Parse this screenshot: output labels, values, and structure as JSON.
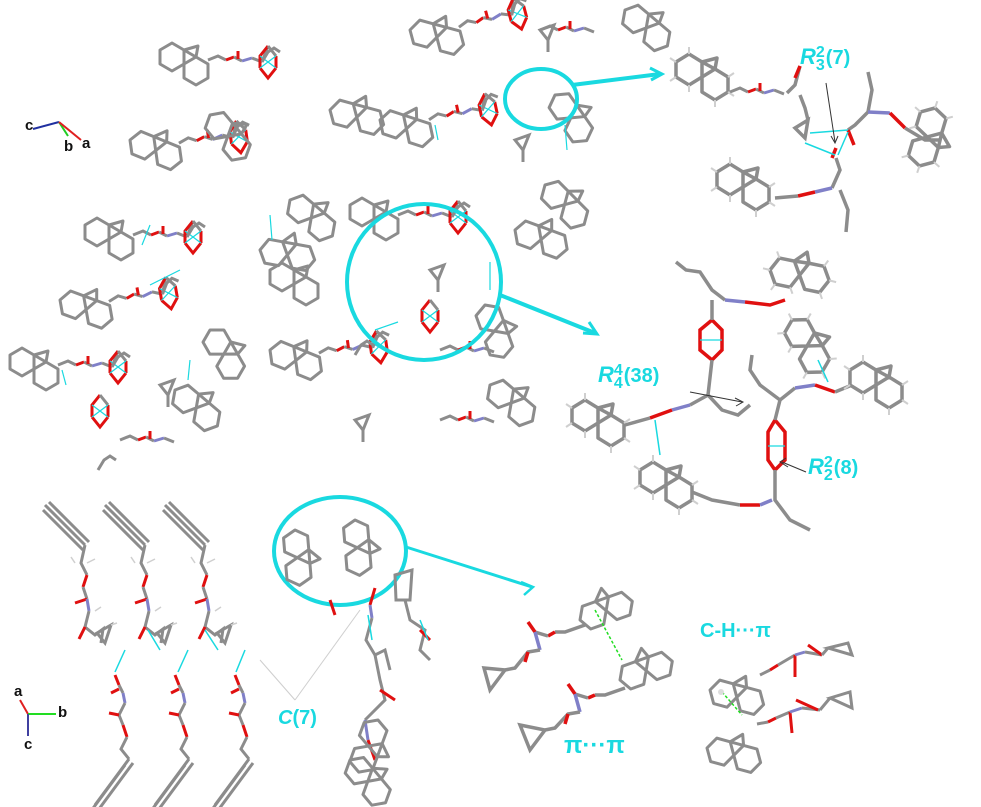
{
  "figure": {
    "accent_color": "#19d9e0",
    "bond_color": "#8c8c8c",
    "oxygen_color": "#e01010",
    "nitrogen_color": "#8080c8",
    "hbond_color": "#19d9e0",
    "pi_contact_color": "#22dd22"
  },
  "axes": {
    "top_left": {
      "labels": {
        "a": "a",
        "b": "b",
        "c": "c"
      },
      "colors": {
        "a": "#e02020",
        "b": "#22cc22",
        "c": "#2030a0"
      }
    },
    "bottom_left": {
      "labels": {
        "a": "a",
        "b": "b",
        "c": "c"
      },
      "colors": {
        "a": "#e02020",
        "b": "#22dd22",
        "c": "#4040a0"
      }
    }
  },
  "panels": {
    "packing_top": {
      "description": "2D hydrogen-bonded network, view along b"
    },
    "detail_r23": {
      "motif": {
        "letter": "R",
        "sup": "2",
        "sub": "3",
        "size": "(7)"
      }
    },
    "detail_r44": {
      "motif_large": {
        "letter": "R",
        "sup": "4",
        "sub": "4",
        "size": "(38)"
      },
      "motif_small": {
        "letter": "R",
        "sup": "2",
        "sub": "2",
        "size": "(8)"
      }
    },
    "packing_bottom": {
      "chain_label_letter": "C",
      "chain_label_size": "(7)"
    },
    "pi_pi": {
      "label": "π···π"
    },
    "ch_pi": {
      "label": "C-H···π"
    }
  }
}
